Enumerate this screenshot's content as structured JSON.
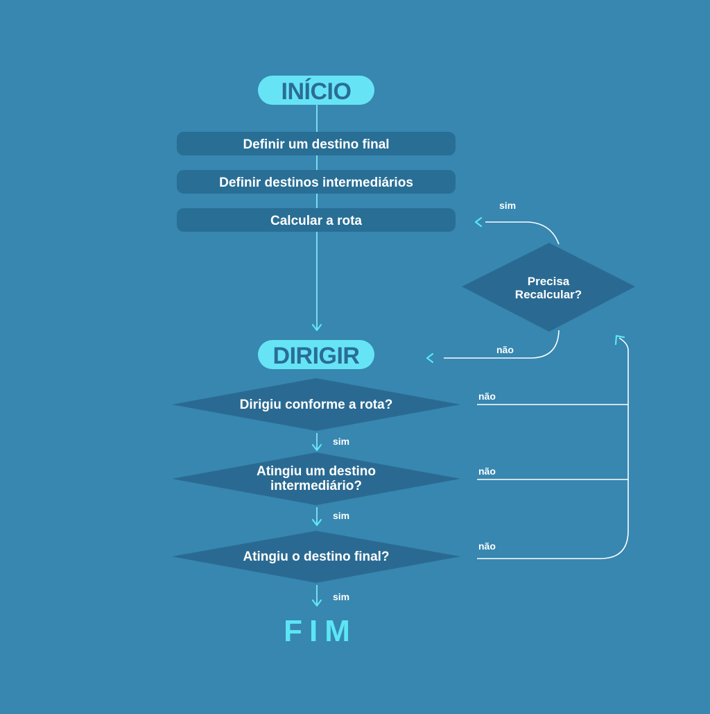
{
  "colors": {
    "background": "#3787b0",
    "pill": "#66e4f5",
    "pill_text": "#2a6d96",
    "box": "#286e95",
    "diamond": "#2a6a92",
    "arrow": "#5ce6f5",
    "line": "#ffffff"
  },
  "start": {
    "label": "INÍCIO"
  },
  "steps": [
    {
      "label": "Definir um destino final"
    },
    {
      "label": "Definir destinos intermediários"
    },
    {
      "label": "Calcular a rota"
    }
  ],
  "recalc": {
    "line1": "Precisa",
    "line2": "Recalcular?",
    "yes_label": "sim",
    "no_label": "não"
  },
  "drive": {
    "label": "DIRIGIR"
  },
  "decisions": [
    {
      "line1": "Dirigiu conforme a rota?",
      "line2": "",
      "yes_label": "sim",
      "no_label": "não"
    },
    {
      "line1": "Atingiu um destino",
      "line2": "intermediário?",
      "yes_label": "sim",
      "no_label": "não"
    },
    {
      "line1": "Atingiu o destino final?",
      "line2": "",
      "yes_label": "sim",
      "no_label": "não"
    }
  ],
  "end": {
    "label": "FIM"
  }
}
